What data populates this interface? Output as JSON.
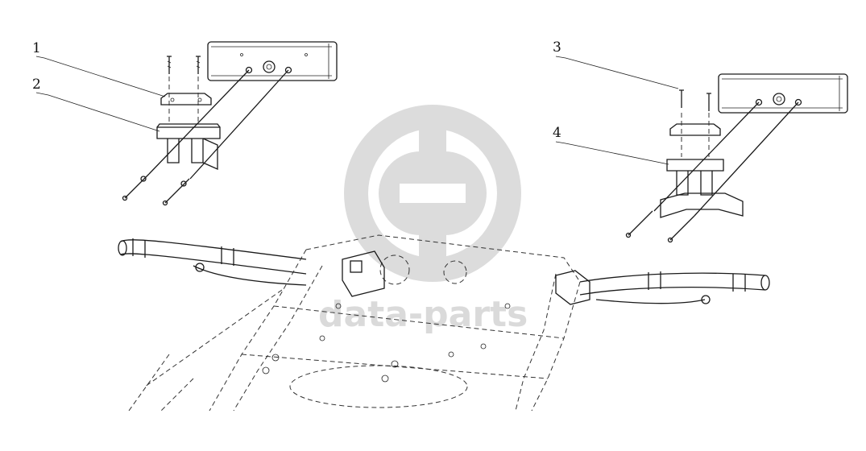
{
  "callouts": [
    {
      "id": "1",
      "label": "1"
    },
    {
      "id": "2",
      "label": "2"
    },
    {
      "id": "3",
      "label": "3"
    },
    {
      "id": "4",
      "label": "4"
    }
  ],
  "watermark": {
    "text": "data-parts",
    "logo": "gd-logo",
    "color": "#d4d4d4"
  },
  "colors": {
    "line": "#1a1a1a",
    "background": "#ffffff"
  }
}
